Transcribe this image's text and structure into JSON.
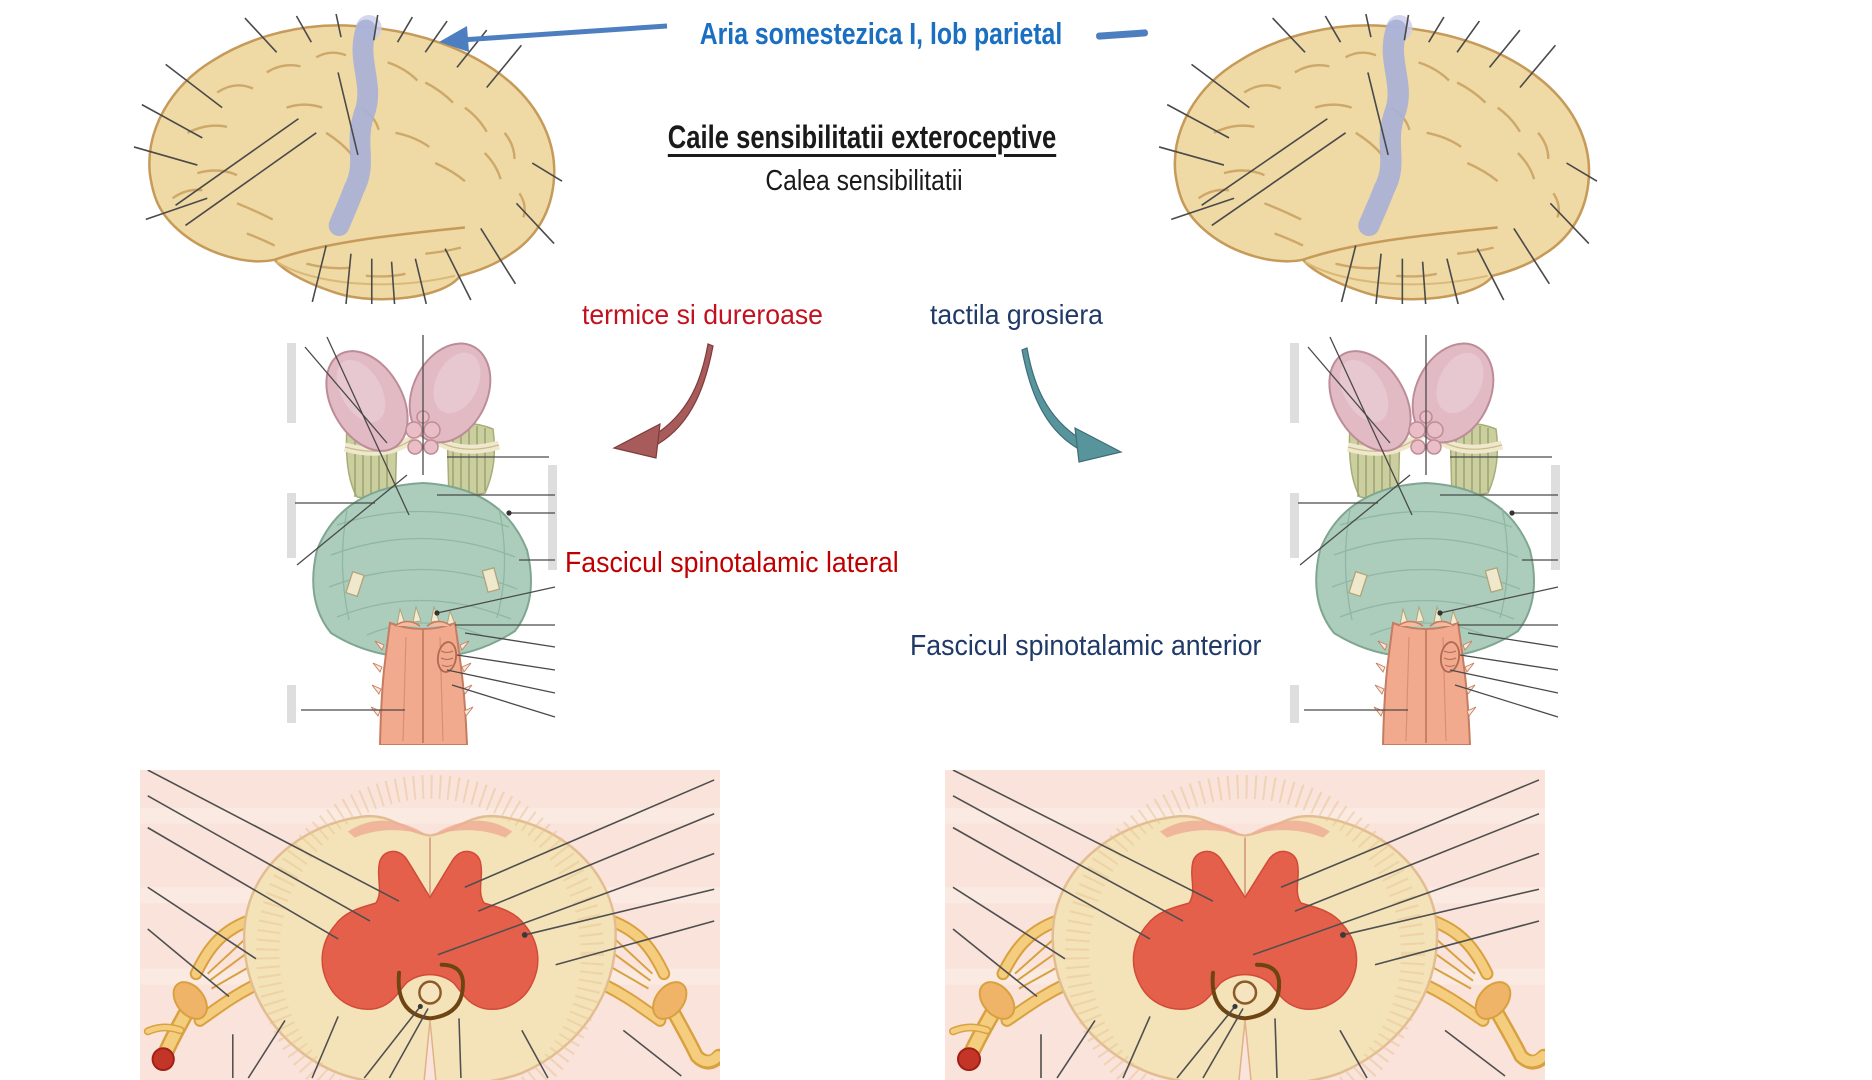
{
  "slide": {
    "pointer_label": "Aria somestezica I, lob parietal",
    "title": "Caile sensibilitatii exteroceptive",
    "subtitle": "Calea sensibilitatii",
    "branch_left": "termice si dureroase",
    "branch_right": "tactila grosiera",
    "tract_left": "Fascicul spinotalamic lateral",
    "tract_right": "Fascicul spinotalamic anterior",
    "colors": {
      "pointer_blue": "#1B6FC0",
      "arrow_blue": "#4D7FC0",
      "navy": "#1F3968",
      "crimson": "#C1121F",
      "dark_red": "#C00000",
      "curved_arrow_red": "#A85B5B",
      "curved_arrow_teal": "#58949C",
      "brain_cortex": "#EFD9A4",
      "somatosensory_band": "#A8B1D6",
      "brainstem_pink": "#E2BAC3",
      "brainstem_teal": "#ACCDBC",
      "brainstem_salmon": "#F2AA8E",
      "cord_gray_matter": "#E5604B",
      "cord_white_matter": "#F4E2B9"
    }
  }
}
